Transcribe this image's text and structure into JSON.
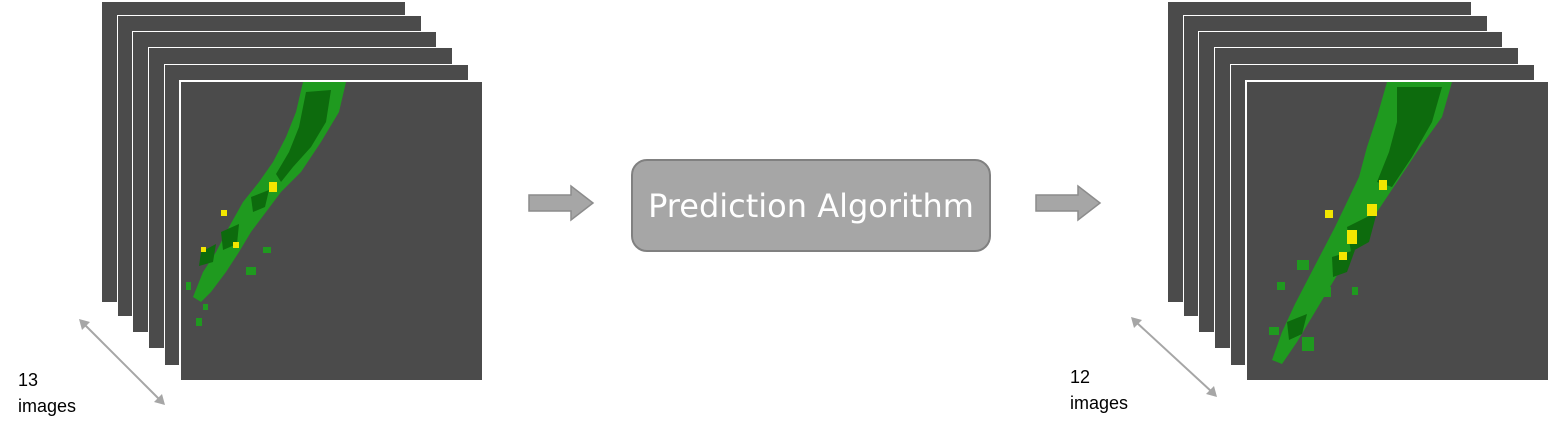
{
  "input_stack": {
    "count_label_number": "13",
    "count_label_unit": "images"
  },
  "process": {
    "label": "Prediction Algorithm"
  },
  "output_stack": {
    "count_label_number": "12",
    "count_label_unit": "images"
  },
  "colors": {
    "frame": "#4b4b4b",
    "box_fill": "#a6a6a6",
    "box_border": "#808080",
    "arrow": "#a6a6a6",
    "echo_low": "#1f9a1f",
    "echo_mid": "#0d6b0d",
    "echo_high": "#f2e600"
  }
}
